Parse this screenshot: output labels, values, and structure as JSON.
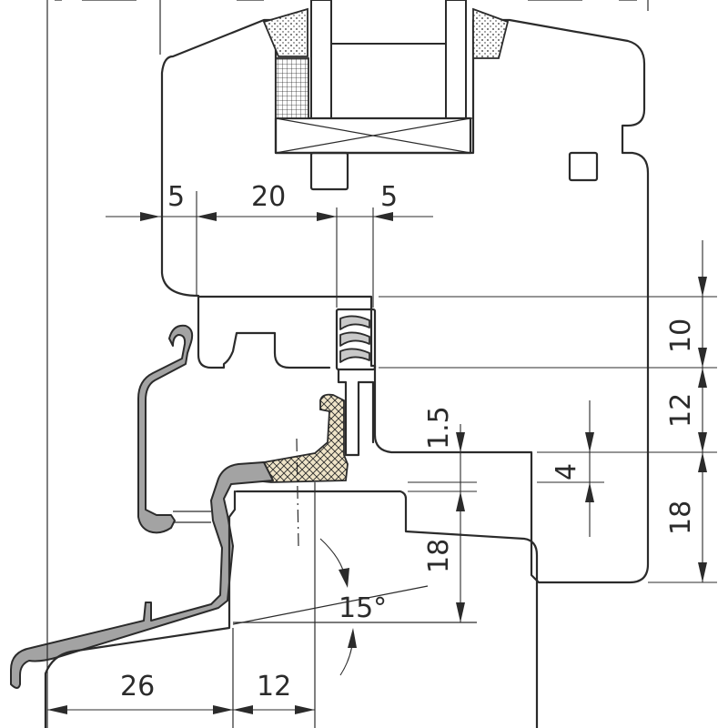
{
  "dimensions": {
    "top_left": "5",
    "top_mid": "20",
    "top_right": "5",
    "right_upper": "10",
    "right_mid": "12",
    "right_lower": "18",
    "inner_small": "1.5",
    "inner_four": "4",
    "inner_sill": "18",
    "bottom_left": "26",
    "bottom_right": "12",
    "angle": "15°"
  }
}
